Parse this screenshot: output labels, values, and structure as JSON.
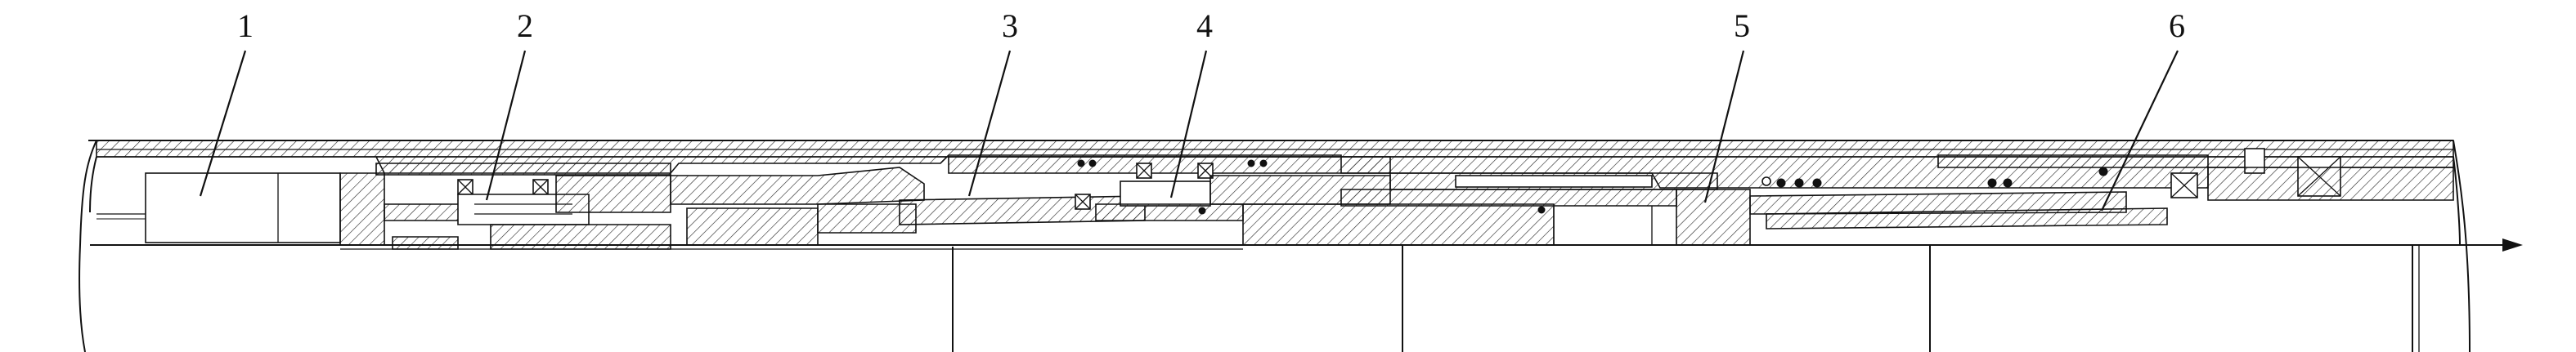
{
  "drawing": {
    "callouts": [
      {
        "id": 1,
        "label": "1"
      },
      {
        "id": 2,
        "label": "2"
      },
      {
        "id": 3,
        "label": "3"
      },
      {
        "id": 4,
        "label": "4"
      },
      {
        "id": 5,
        "label": "5"
      },
      {
        "id": 6,
        "label": "6"
      }
    ],
    "flow_direction": "right",
    "line_color": "#111111"
  }
}
